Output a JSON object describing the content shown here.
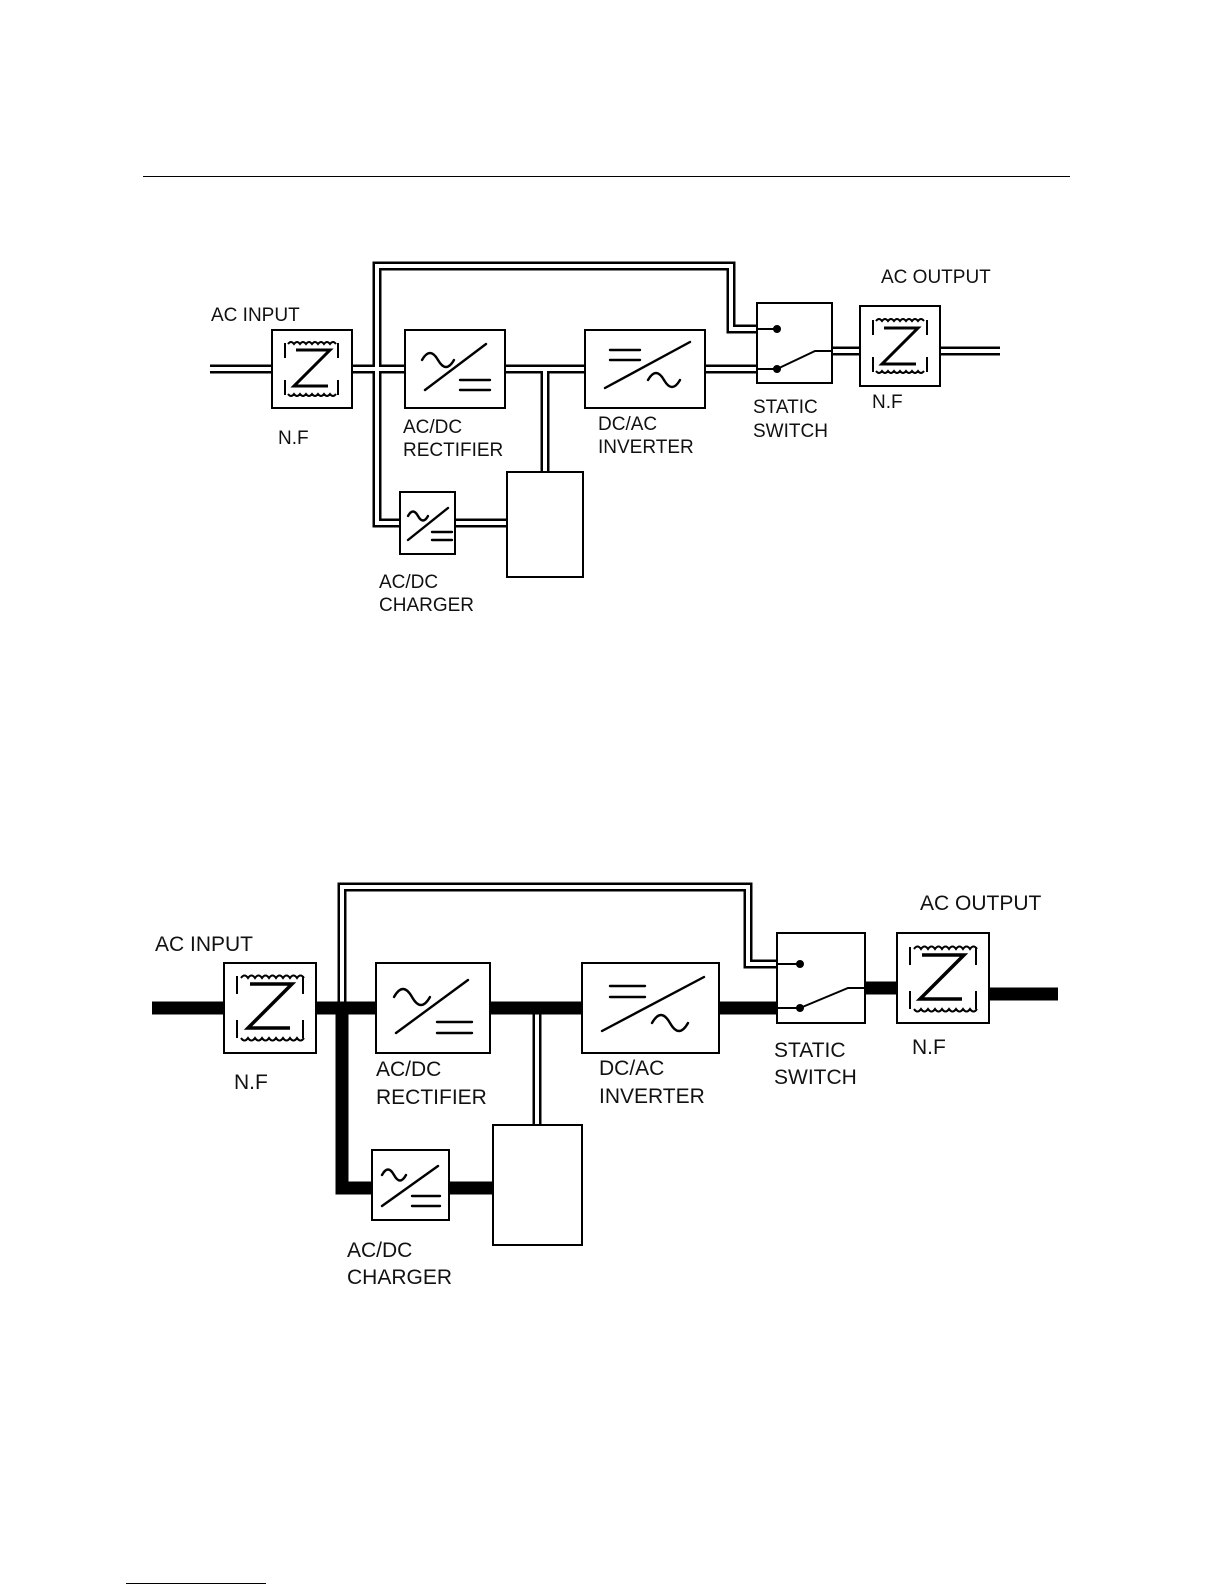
{
  "page": {
    "background": "#ffffff",
    "line_color": "#000000"
  },
  "diagram_top": {
    "title_state": "normal-mode",
    "labels": {
      "ac_input": "AC INPUT",
      "ac_output": "AC OUTPUT",
      "nf_in": "N.F",
      "nf_out": "N.F",
      "rectifier_1": "AC/DC",
      "rectifier_2": "RECTIFIER",
      "inverter_1": "DC/AC",
      "inverter_2": "INVERTER",
      "switch_1": "STATIC",
      "switch_2": "SWITCH",
      "charger_1": "AC/DC",
      "charger_2": "CHARGER"
    }
  },
  "diagram_bottom": {
    "title_state": "power-flow",
    "labels": {
      "ac_input": "AC INPUT",
      "ac_output": "AC OUTPUT",
      "nf_in": "N.F",
      "nf_out": "N.F",
      "rectifier_1": "AC/DC",
      "rectifier_2": "RECTIFIER",
      "inverter_1": "DC/AC",
      "inverter_2": "INVERTER",
      "switch_1": "STATIC",
      "switch_2": "SWITCH",
      "charger_1": "AC/DC",
      "charger_2": "CHARGER"
    }
  },
  "icons": {
    "noise_filter": "noise-filter-icon",
    "ac_dc": "ac-to-dc-icon",
    "dc_ac": "dc-to-ac-icon",
    "switch": "switch-icon",
    "battery": "battery-icon"
  }
}
